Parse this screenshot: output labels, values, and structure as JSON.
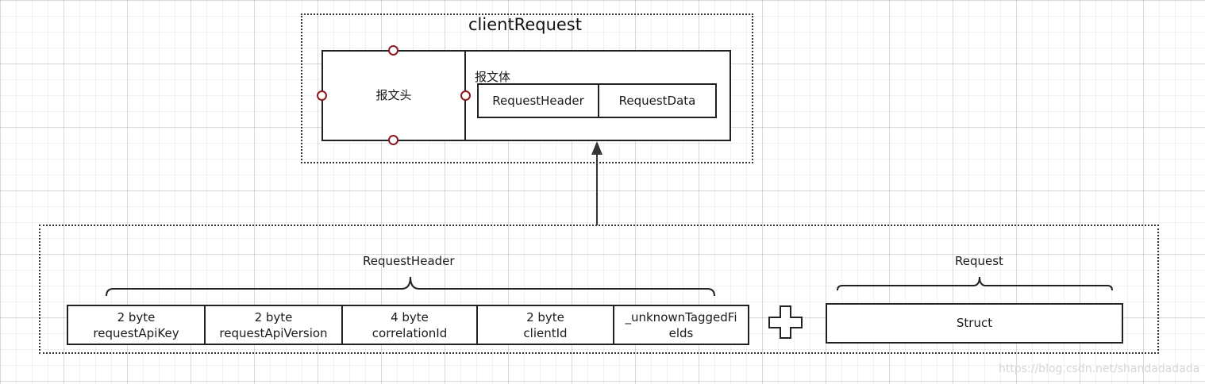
{
  "client_request": {
    "title": "clientRequest",
    "header_label": "报文头",
    "body_label": "报文体",
    "body_fields": [
      "RequestHeader",
      "RequestData"
    ]
  },
  "bottom": {
    "request_header_title": "RequestHeader",
    "fields": [
      {
        "size": "2 byte",
        "name": "requestApiKey"
      },
      {
        "size": "2 byte",
        "name": "requestApiVersion"
      },
      {
        "size": "4 byte",
        "name": "correlationId"
      },
      {
        "size": "2 byte",
        "name": "clientId"
      },
      {
        "line1": "_unknownTaggedFi",
        "line2": "elds"
      }
    ],
    "request_title": "Request",
    "struct_label": "Struct"
  },
  "watermark": "https://blog.csdn.net/shandadadada"
}
